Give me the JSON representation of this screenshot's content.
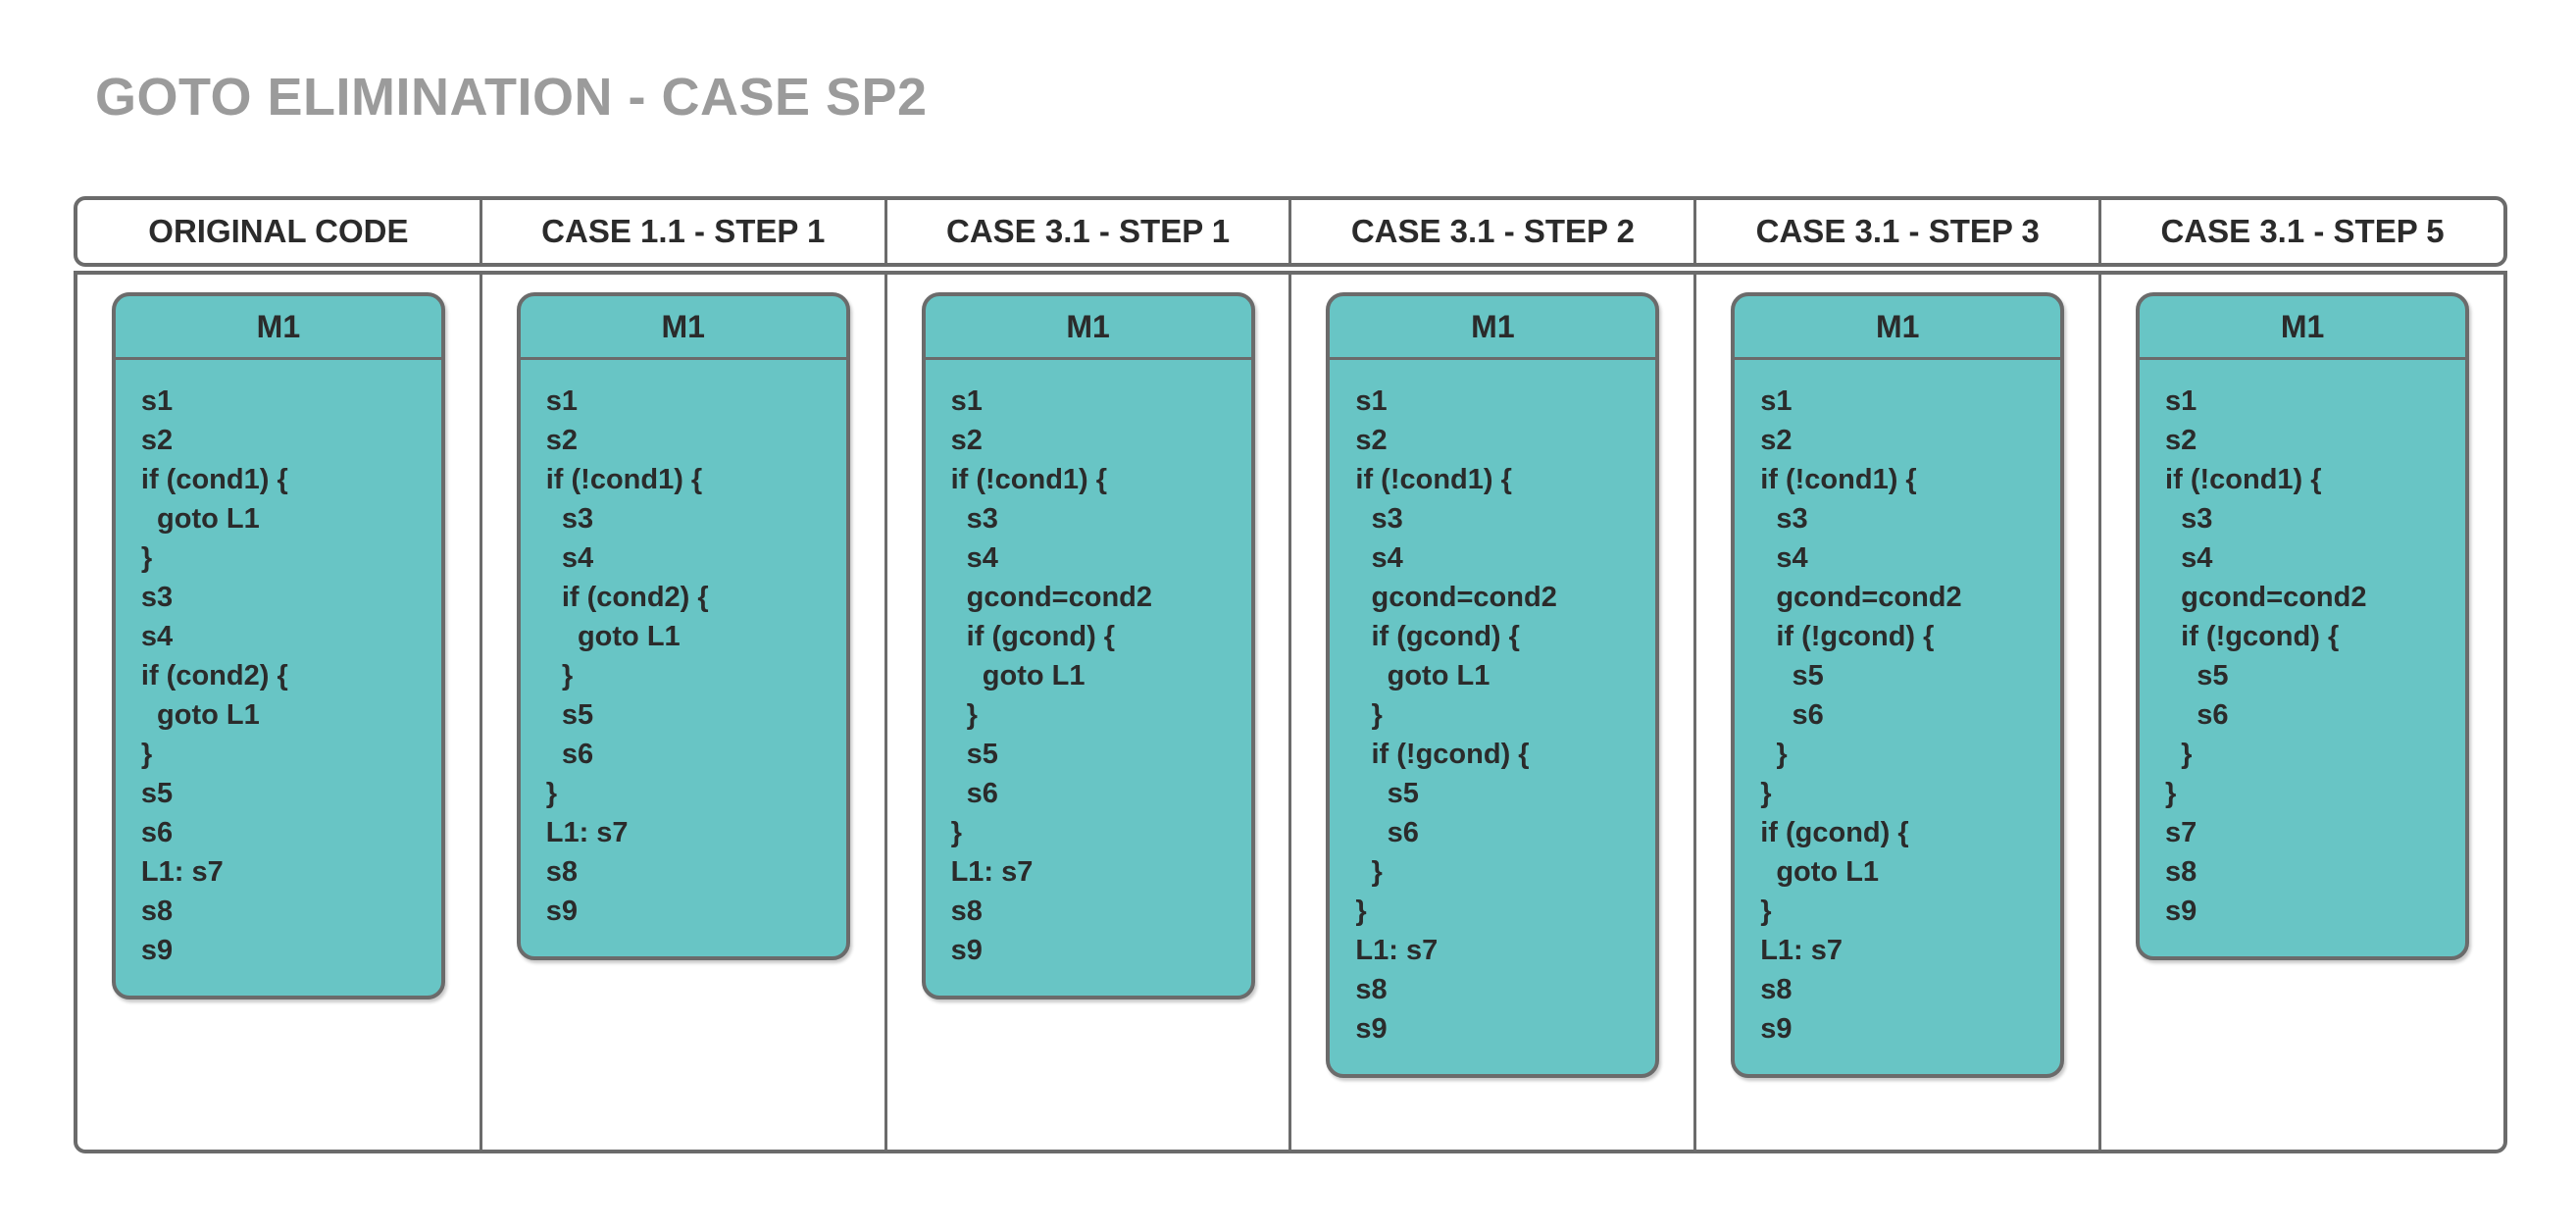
{
  "page": {
    "title": "GOTO ELIMINATION - CASE SP2",
    "title_color": "#9b9b9b",
    "background_color": "#ffffff"
  },
  "style": {
    "card_fill": "#68c5c5",
    "border_color": "#6b6b6b",
    "code_text_color": "#2b2b2b"
  },
  "table": {
    "headers": [
      "ORIGINAL CODE",
      "CASE 1.1 - STEP 1",
      "CASE 3.1 - STEP 1",
      "CASE 3.1 - STEP 2",
      "CASE 3.1 - STEP 3",
      "CASE 3.1 - STEP 5"
    ],
    "columns": [
      {
        "header": "ORIGINAL CODE",
        "card": {
          "title": "M1",
          "lines": [
            "s1",
            "s2",
            "if (cond1) {",
            "  goto L1",
            "}",
            "s3",
            "s4",
            "if (cond2) {",
            "  goto L1",
            "}",
            "s5",
            "s6",
            "L1: s7",
            "s8",
            "s9"
          ]
        }
      },
      {
        "header": "CASE 1.1 - STEP 1",
        "card": {
          "title": "M1",
          "lines": [
            "s1",
            "s2",
            "if (!cond1) {",
            "  s3",
            "  s4",
            "  if (cond2) {",
            "    goto L1",
            "  }",
            "  s5",
            "  s6",
            "}",
            "L1: s7",
            "s8",
            "s9"
          ]
        }
      },
      {
        "header": "CASE 3.1 - STEP 1",
        "card": {
          "title": "M1",
          "lines": [
            "s1",
            "s2",
            "if (!cond1) {",
            "  s3",
            "  s4",
            "  gcond=cond2",
            "  if (gcond) {",
            "    goto L1",
            "  }",
            "  s5",
            "  s6",
            "}",
            "L1: s7",
            "s8",
            "s9"
          ]
        }
      },
      {
        "header": "CASE 3.1 - STEP 2",
        "card": {
          "title": "M1",
          "lines": [
            "s1",
            "s2",
            "if (!cond1) {",
            "  s3",
            "  s4",
            "  gcond=cond2",
            "  if (gcond) {",
            "    goto L1",
            "  }",
            "  if (!gcond) {",
            "    s5",
            "    s6",
            "  }",
            "}",
            "L1: s7",
            "s8",
            "s9"
          ]
        }
      },
      {
        "header": "CASE 3.1 - STEP 3",
        "card": {
          "title": "M1",
          "lines": [
            "s1",
            "s2",
            "if (!cond1) {",
            "  s3",
            "  s4",
            "  gcond=cond2",
            "  if (!gcond) {",
            "    s5",
            "    s6",
            "  }",
            "}",
            "if (gcond) {",
            "  goto L1",
            "}",
            "L1: s7",
            "s8",
            "s9"
          ]
        }
      },
      {
        "header": "CASE 3.1 - STEP 5",
        "card": {
          "title": "M1",
          "lines": [
            "s1",
            "s2",
            "if (!cond1) {",
            "  s3",
            "  s4",
            "  gcond=cond2",
            "  if (!gcond) {",
            "    s5",
            "    s6",
            "  }",
            "}",
            "s7",
            "s8",
            "s9"
          ]
        }
      }
    ]
  }
}
